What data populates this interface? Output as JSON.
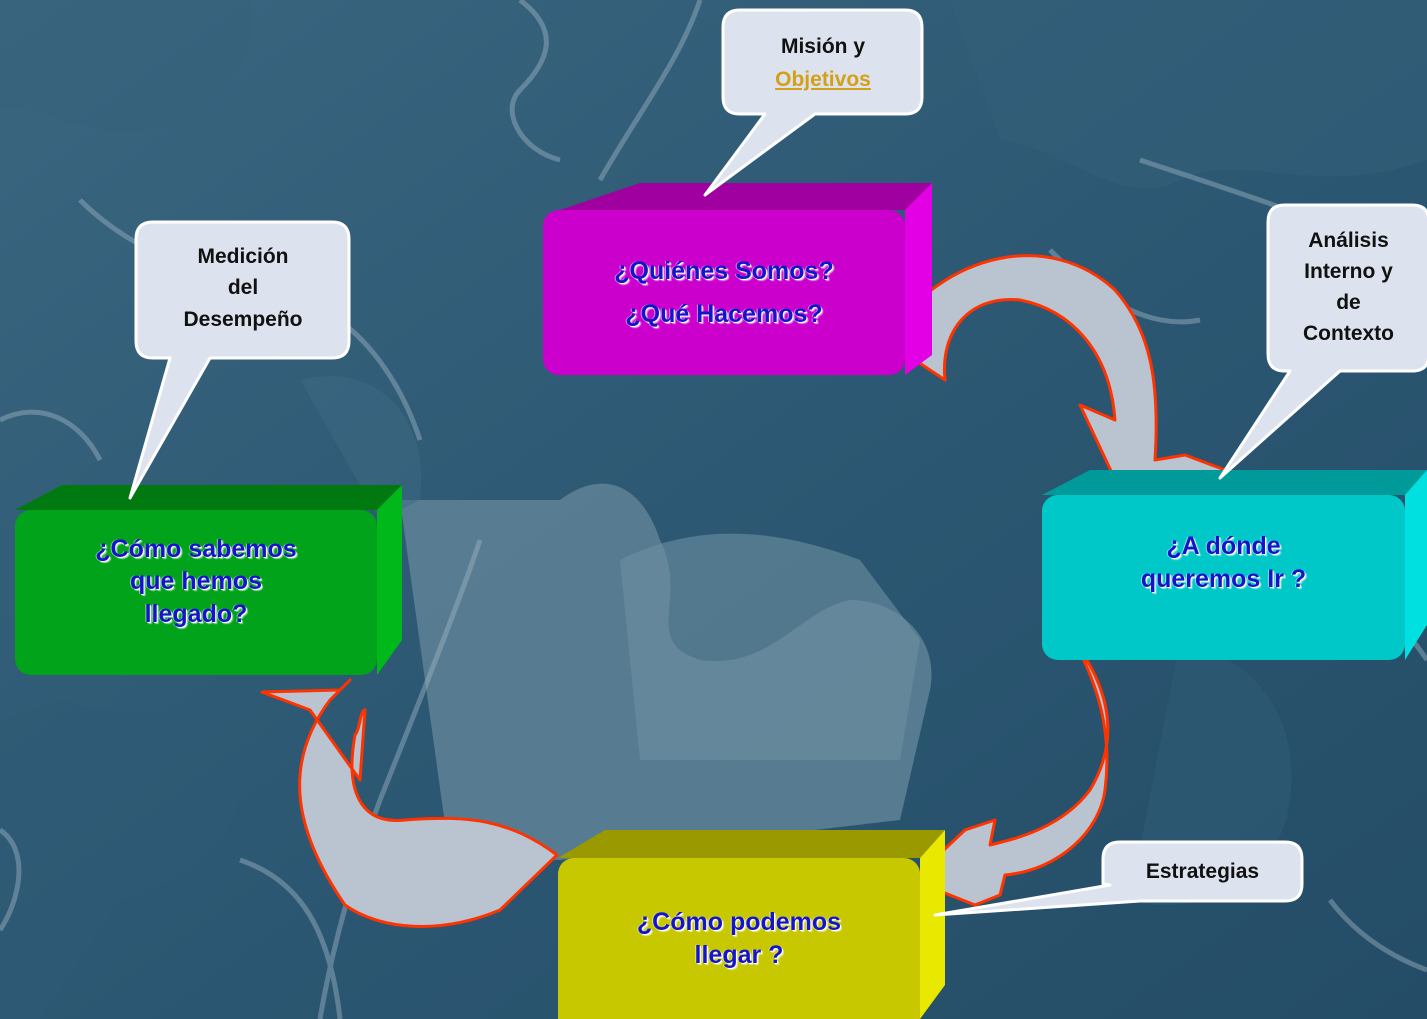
{
  "steps": {
    "quienes": {
      "line1": "¿Quiénes Somos?",
      "line2": "¿Qué Hacemos?",
      "color": "#cc00cc"
    },
    "adonde": {
      "line1": "¿A dónde",
      "line2": "queremos Ir ?",
      "color": "#00c8c8"
    },
    "comollegar": {
      "line1": "¿Cómo podemos",
      "line2": "llegar ?",
      "color": "#c8c800"
    },
    "comosabemos": {
      "line1": "¿Cómo sabemos",
      "line2": "que hemos",
      "line3": "llegado?",
      "color": "#00a31a"
    }
  },
  "callouts": {
    "mision": {
      "line1": "Misión y",
      "link": "Objetivos"
    },
    "analisis": {
      "line1": "Análisis",
      "line2": "Interno y",
      "line3": "de",
      "line4": "Contexto"
    },
    "estrategias": {
      "line1": "Estrategias"
    },
    "medicion": {
      "line1": "Medición",
      "line2": "del",
      "line3": "Desempeño"
    }
  },
  "colors": {
    "background": "#2b5772",
    "arrow_fill": "#b9c4d0",
    "arrow_stroke": "#ff3300",
    "callout_fill": "#dde3ee",
    "text_blue": "#1515c8",
    "link_gold": "#d4a017"
  }
}
